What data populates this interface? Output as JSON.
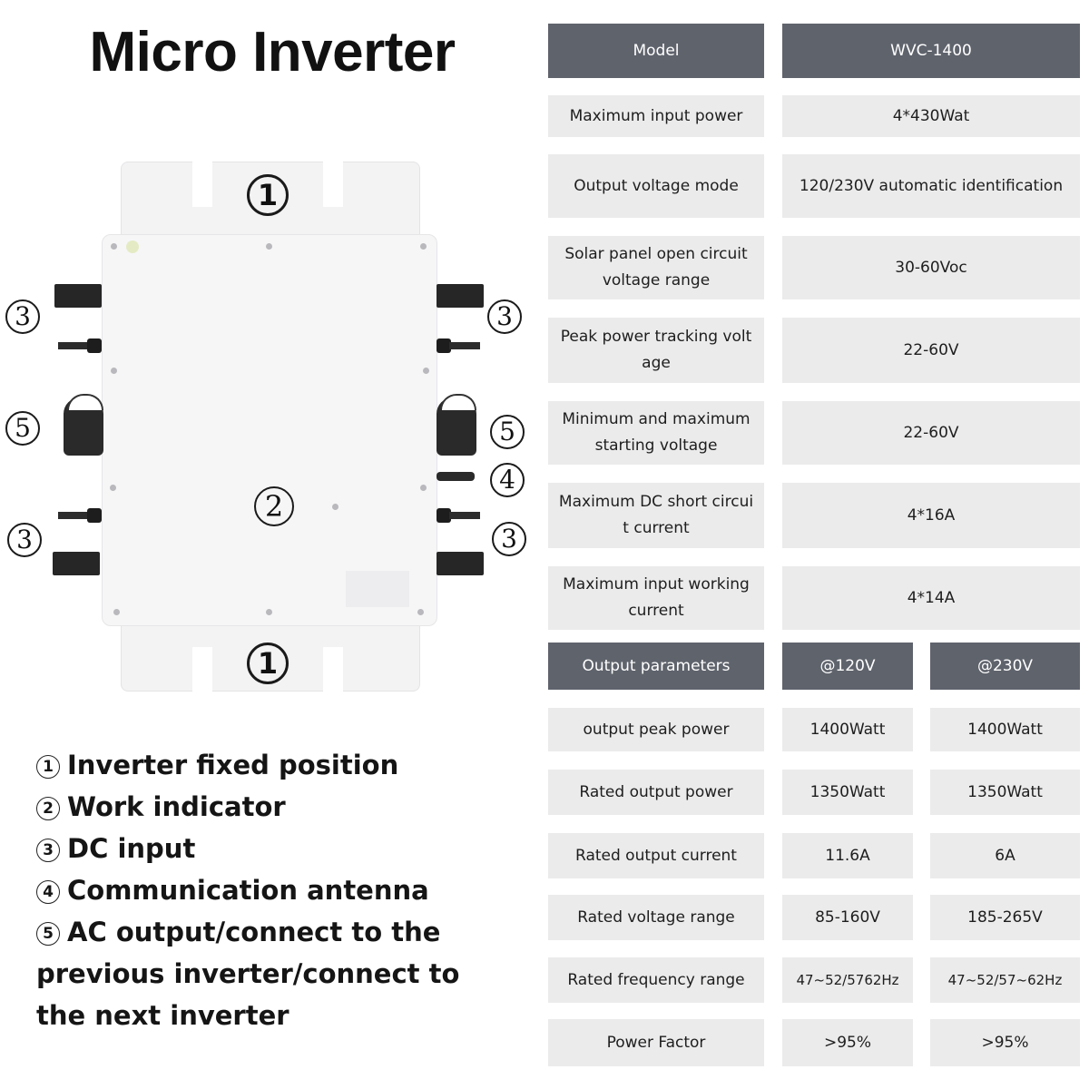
{
  "title": "Micro Inverter",
  "device": {
    "callouts": {
      "top_mount": "1",
      "bottom_mount": "1",
      "work_indicator": "2",
      "dc_left_top": "3",
      "dc_left_bottom": "3",
      "dc_right_top": "3",
      "dc_right_bottom": "3",
      "antenna": "4",
      "ac_left": "5",
      "ac_right": "5"
    }
  },
  "legend": [
    {
      "num": "1",
      "text": "Inverter fixed position"
    },
    {
      "num": "2",
      "text": "Work indicator"
    },
    {
      "num": "3",
      "text": "DC input"
    },
    {
      "num": "4",
      "text": "Communication antenna"
    },
    {
      "num": "5",
      "text": "AC output/connect to the previous inverter/connect to the next inverter"
    }
  ],
  "spec_table": {
    "header": {
      "label": "Model",
      "value": "WVC-1400"
    },
    "input_rows": [
      {
        "label": "Maximum input power",
        "value": "4*430Wat"
      },
      {
        "label": "Output voltage mode",
        "value": "120/230V automatic identification"
      },
      {
        "label": "Solar panel open circuit voltage range",
        "value": "30-60Voc"
      },
      {
        "label": "Peak power tracking volt age",
        "value": "22-60V"
      },
      {
        "label": "Minimum and maximum starting voltage",
        "value": "22-60V"
      },
      {
        "label": "Maximum DC short circui t current",
        "value": "4*16A"
      },
      {
        "label": "Maximum input working current",
        "value": "4*14A"
      }
    ],
    "output_header": {
      "label": "Output parameters",
      "col1": "@120V",
      "col2": "@230V"
    },
    "output_rows": [
      {
        "label": "output peak power",
        "v120": "1400Watt",
        "v230": "1400Watt"
      },
      {
        "label": "Rated output power",
        "v120": "1350Watt",
        "v230": "1350Watt"
      },
      {
        "label": "Rated output current",
        "v120": "11.6A",
        "v230": "6A"
      },
      {
        "label": "Rated voltage range",
        "v120": "85-160V",
        "v230": "185-265V"
      },
      {
        "label": "Rated frequency range",
        "v120": "47~52/5762Hz",
        "v230": "47~52/57~62Hz"
      },
      {
        "label": "Power Factor",
        "v120": ">95%",
        "v230": ">95%"
      }
    ]
  },
  "colors": {
    "header_bg": "#5f636c",
    "cell_bg": "#ebebec",
    "text": "#1e1e1e"
  }
}
